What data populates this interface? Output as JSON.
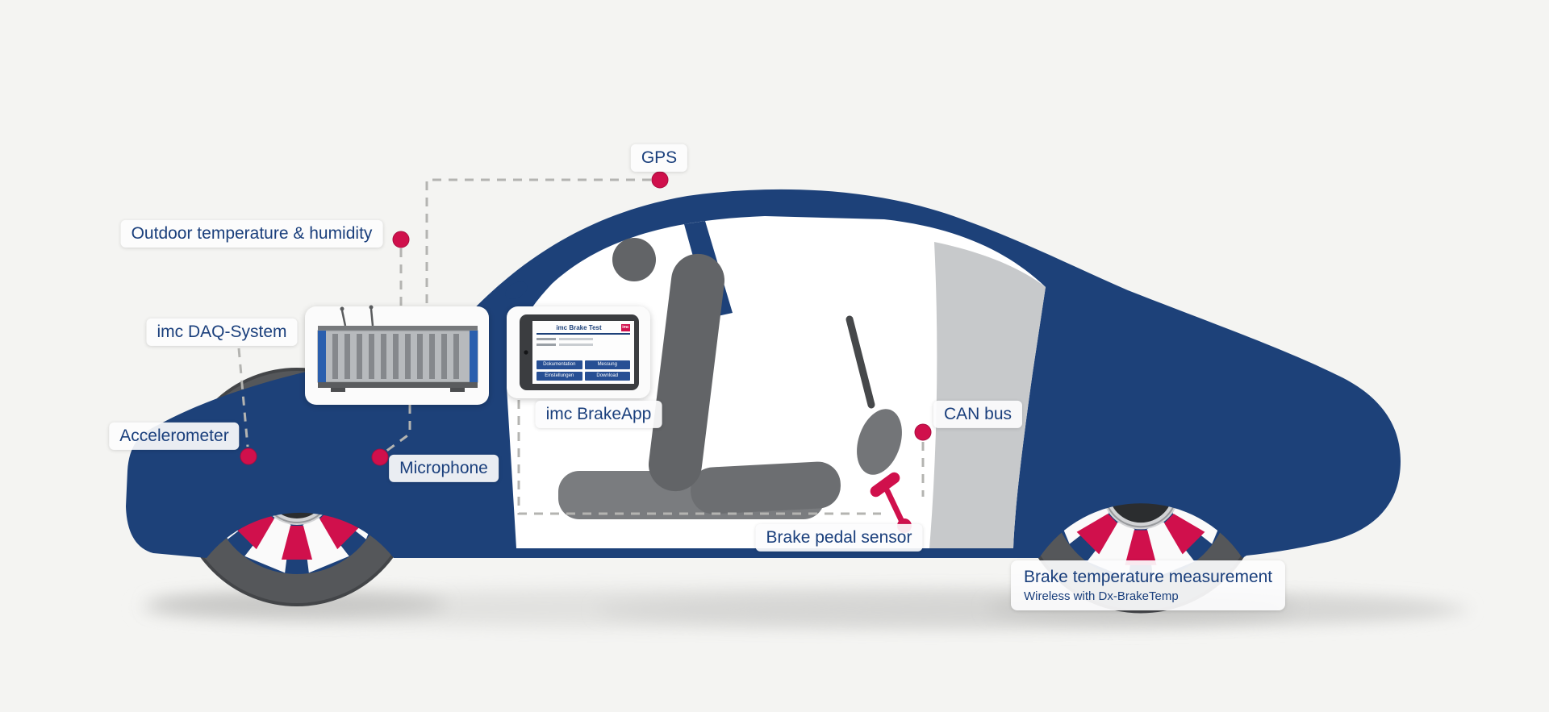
{
  "colors": {
    "body_navy": "#1d4179",
    "accent_red": "#d0104c",
    "label_text": "#1a3f7c",
    "dashed_gray": "#b4b4b1",
    "background": "#f4f4f2"
  },
  "labels": {
    "gps": "GPS",
    "outdoor_temperature": "Outdoor temperature & humidity",
    "daq_system": "imc DAQ-System",
    "accelerometer": "Accelerometer",
    "microphone": "Microphone",
    "brake_app": "imc BrakeApp",
    "can_bus": "CAN bus",
    "brake_pedal_sensor": "Brake pedal sensor",
    "brake_temperature_title": "Brake temperature measurement",
    "brake_temperature_subtitle": "Wireless with Dx-BrakeTemp"
  },
  "tablet": {
    "app_title": "imc Brake Test",
    "logo": "imc",
    "buttons": [
      "Dokumentation",
      "Messung",
      "Einstellungen",
      "Download"
    ]
  }
}
